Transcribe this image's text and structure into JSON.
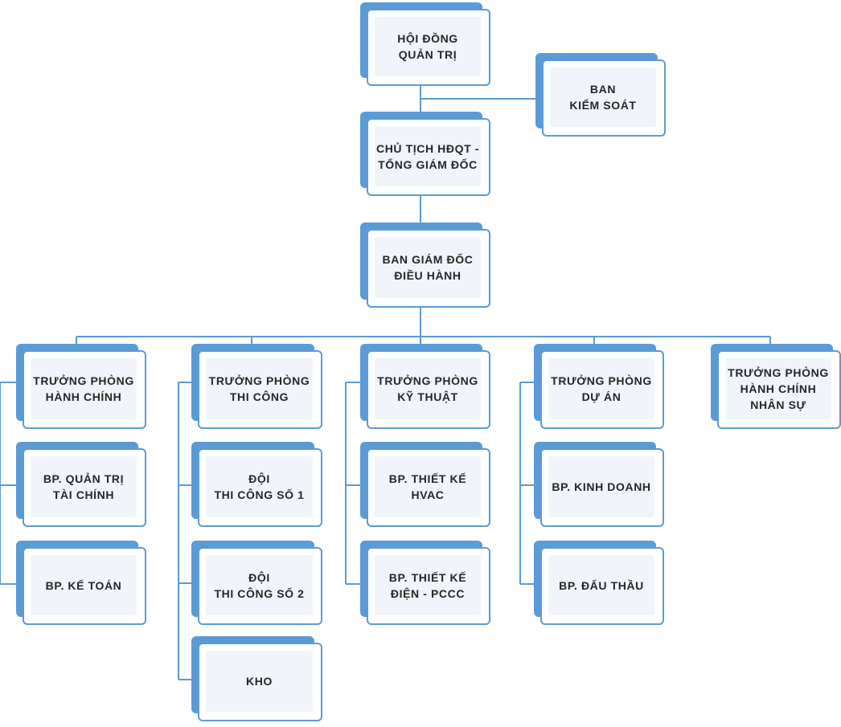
{
  "diagram": {
    "nodes": {
      "hdqt": "HỘI ĐỒNG\nQUẢN TRỊ",
      "kiem_soat": "BAN\nKIỂM SOÁT",
      "chu_tich": "CHỦ TỊCH HĐQT -\nTỔNG GIÁM ĐỐC",
      "ban_giam_doc": "BAN GIÁM ĐỐC\nĐIỀU HÀNH",
      "tp_hanh_chinh": "TRƯỞNG PHÒNG\nHÀNH CHÍNH",
      "bp_quan_tri_tai_chinh": "BP. QUẢN TRỊ\nTÀI CHÍNH",
      "bp_ke_toan": "BP. KẾ TOÁN",
      "tp_thi_cong": "TRƯỞNG PHÒNG\nTHI CÔNG",
      "doi_thi_cong_1": "ĐỘI\nTHI CÔNG SỐ 1",
      "doi_thi_cong_2": "ĐỘI\nTHI CÔNG SỐ 2",
      "kho": "KHO",
      "tp_ky_thuat": "TRƯỞNG PHÒNG\nKỸ THUẬT",
      "bp_thiet_ke_hvac": "BP. THIẾT KẾ\nHVAC",
      "bp_thiet_ke_dien_pccc": "BP. THIẾT KẾ\nĐIỆN - PCCC",
      "tp_du_an": "TRƯỞNG PHÒNG\nDỰ ÁN",
      "bp_kinh_doanh": "BP. KINH DOANH",
      "bp_dau_thau": "BP. ĐẤU THẦU",
      "tp_hanh_chinh_nhan_su": "TRƯỞNG PHÒNG\nHÀNH CHÍNH\nNHÂN SỰ"
    },
    "colors": {
      "accent": "#5b9bd5",
      "card_fill": "#f1f5fb",
      "text": "#262626"
    }
  }
}
